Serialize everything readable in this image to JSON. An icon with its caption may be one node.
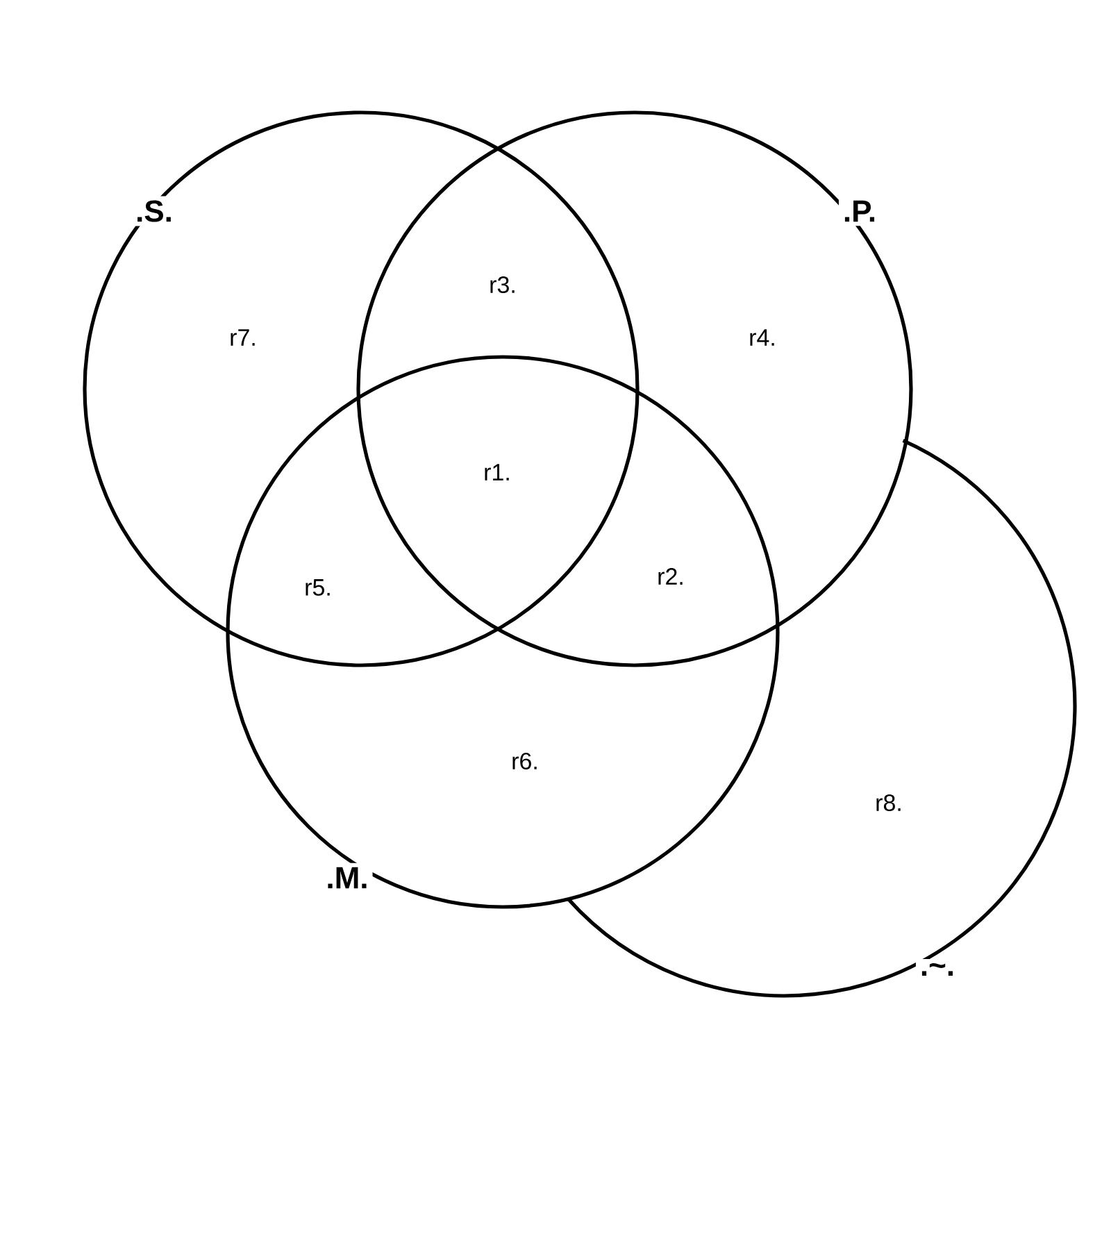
{
  "diagram": {
    "nodes": [
      {
        "text": [
          ".S."
        ]
      },
      {
        "text": [
          ".P."
        ]
      },
      {
        "text": [
          ".M."
        ]
      },
      {
        "text": [
          ".~."
        ]
      }
    ],
    "labels": [
      "r3.",
      "r7.",
      "r4.",
      "r1.",
      "r5.",
      "r2.",
      "r6.",
      "r8."
    ]
  }
}
